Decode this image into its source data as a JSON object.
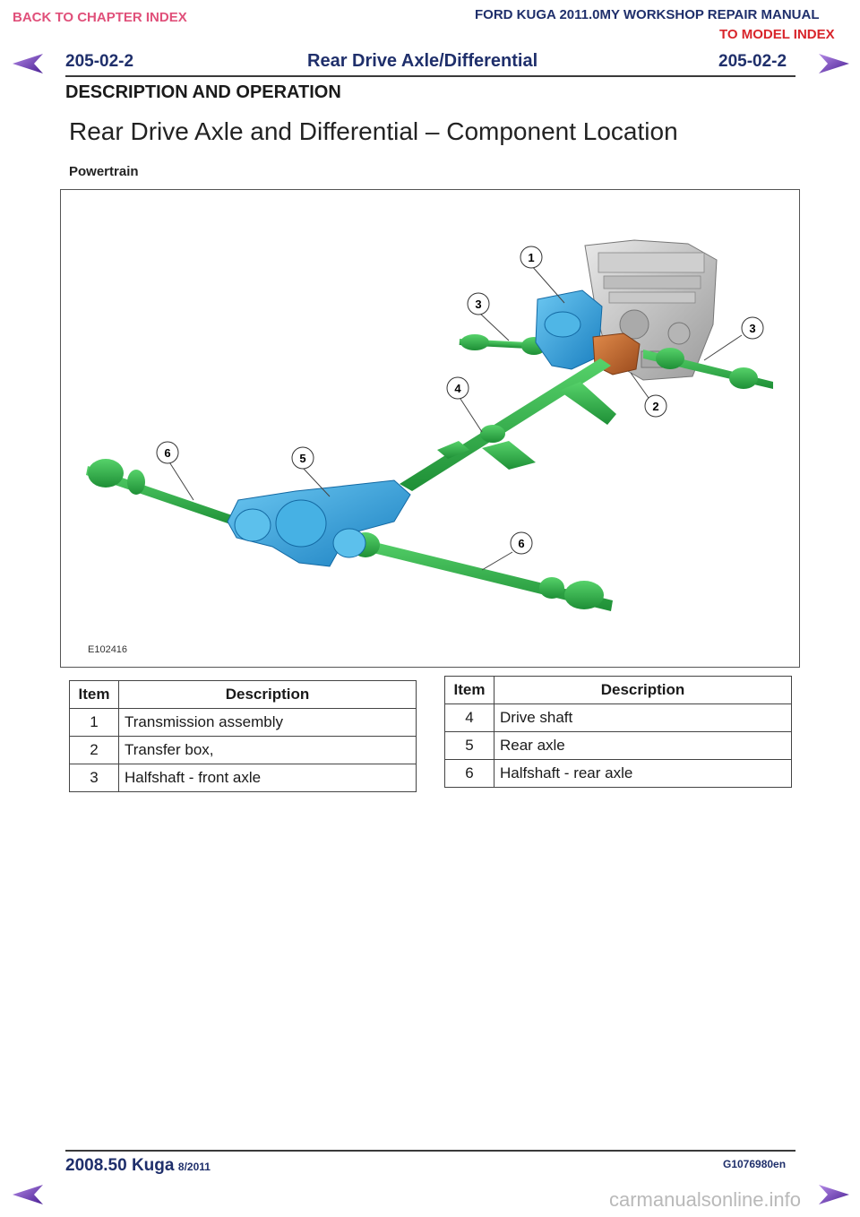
{
  "header": {
    "back_to_chapter": "BACK TO CHAPTER INDEX",
    "manual_title": "FORD KUGA 2011.0MY WORKSHOP REPAIR MANUAL",
    "to_model_index": "TO MODEL INDEX",
    "section_code_left": "205-02-2",
    "section_title": "Rear Drive Axle/Differential",
    "section_code_right": "205-02-2",
    "category": "DESCRIPTION AND OPERATION"
  },
  "page": {
    "title": "Rear Drive Axle and Differential – Component Location",
    "subtitle": "Powertrain"
  },
  "figure": {
    "id": "E102416",
    "callouts": [
      "1",
      "2",
      "3",
      "3",
      "4",
      "5",
      "6",
      "6"
    ]
  },
  "table_left": {
    "headers": [
      "Item",
      "Description"
    ],
    "rows": [
      {
        "item": "1",
        "description": "Transmission assembly"
      },
      {
        "item": "2",
        "description": "Transfer box,"
      },
      {
        "item": "3",
        "description": "Halfshaft - front axle"
      }
    ]
  },
  "table_right": {
    "headers": [
      "Item",
      "Description"
    ],
    "rows": [
      {
        "item": "4",
        "description": "Drive shaft"
      },
      {
        "item": "5",
        "description": "Rear axle"
      },
      {
        "item": "6",
        "description": "Halfshaft - rear axle"
      }
    ]
  },
  "footer": {
    "model": "2008.50 Kuga",
    "date": "8/2011",
    "code": "G1076980en",
    "watermark": "carmanualsonline.info"
  },
  "colors": {
    "nav_pink": "#e0507a",
    "nav_red": "#d8252b",
    "heading_blue": "#1f2f6b",
    "arrow_purple": "#6b3fb8",
    "shaft_green": "#2fb34a",
    "trans_blue": "#2a9fd8",
    "transfer_orange": "#c0602a"
  },
  "icons": {
    "prev": "arrow-left-icon",
    "next": "arrow-right-icon"
  }
}
